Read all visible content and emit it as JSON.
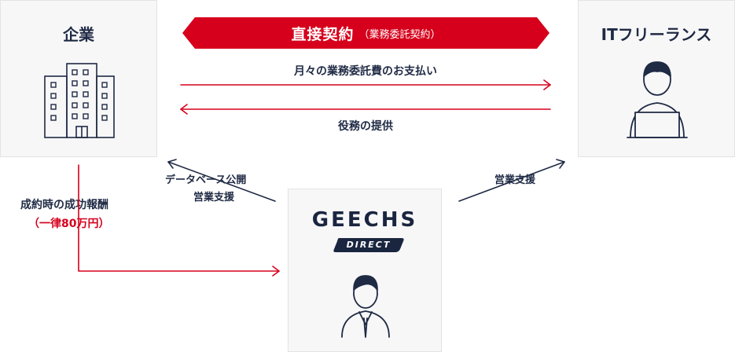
{
  "nodes": {
    "company": "企業",
    "freelancer": "ITフリーランス",
    "geechs_logo": "GEECHS",
    "geechs_badge": "DIRECT"
  },
  "banner": {
    "main": "直接契約",
    "sub": "（業務委託契約）"
  },
  "edges": {
    "payment": "月々の業務委託費のお支払い",
    "service": "役務の提供",
    "db_line1": "データベース公開",
    "db_line2": "営業支援",
    "support_right": "営業支援",
    "fee_line1": "成約時の成功報酬",
    "fee_line2": "（一律80万円）"
  },
  "colors": {
    "accent_red": "#d6001c",
    "navy": "#1f2a44",
    "box_bg": "#f7f7f8"
  }
}
